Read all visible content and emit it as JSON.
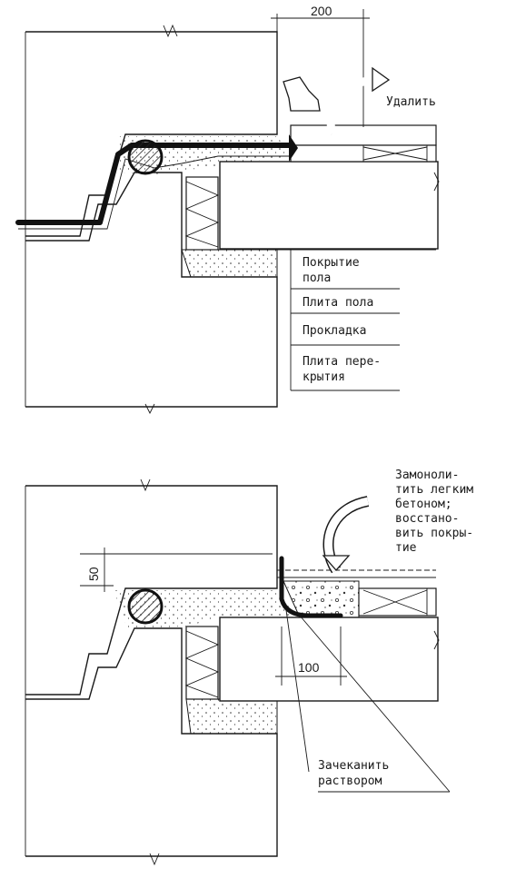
{
  "top": {
    "dim_200": "200",
    "remove_label": "Удалить",
    "layers": [
      [
        "Покрытие",
        "пола"
      ],
      [
        "Плита пола"
      ],
      [
        "Прокладка"
      ],
      [
        "Плита пере-",
        "крытия"
      ]
    ]
  },
  "bottom": {
    "dim_50": "50",
    "dim_100": "100",
    "fill_note": [
      "Замоноли-",
      "тить легким",
      "бетоном;",
      "восстано-",
      "вить покры-",
      "тие"
    ],
    "caulk_note": [
      "Зачеканить",
      "раствором"
    ]
  }
}
